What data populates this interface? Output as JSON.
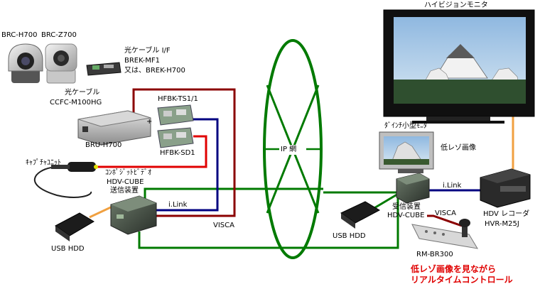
{
  "labels": {
    "monitor_title": "ハイビジョンモニタ",
    "brc_h700": "BRC-H700",
    "brc_z700": "BRC-Z700",
    "optical_if_1": "光ケーブル I/F",
    "optical_if_2": "BREK-MF1",
    "optical_if_3": "又は、BREK-H700",
    "optical_cable_1": "光ケーブル",
    "optical_cable_2": "CCFC-M100HG",
    "hfbk_ts1": "HFBK-TS1/1",
    "plus": "+",
    "bru_h700": "BRU-H700",
    "hfbk_sd1": "HFBK-SD1",
    "capture_unit": "ｷｬﾌﾟﾁｬﾕﾆｯﾄ",
    "composite_video": "ｺﾝﾎﾟｼﾞｯﾄﾋﾞﾃﾞｵ",
    "sender_1": "HDV-CUBE",
    "sender_2": "送信装置",
    "ilink_left": "i.Link",
    "visca_left": "VISCA",
    "usb_hdd_left": "USB HDD",
    "ip_network": "IP 網",
    "small_monitor": "ﾀﾞｲﾝﾁ小型ﾓﾆﾀ",
    "low_res_image": "低レゾ画像",
    "ilink_right": "i.Link",
    "receiver_1": "受信装置",
    "receiver_2": "HDV-CUBE",
    "visca_right": "VISCA",
    "usb_hdd_right": "USB HDD",
    "hdv_recorder_1": "HDV レコーダ",
    "hdv_recorder_2": "HVR-M25J",
    "rm_br300": "RM-BR300"
  },
  "caption": {
    "line1": "低レゾ画像を見ながら",
    "line2": "リアルタイムコントロール"
  },
  "colors": {
    "network_green": "#007a00",
    "visca_darkred": "#8b0000",
    "ilink_navy": "#000080",
    "composite_red": "#e00000",
    "monitor_orange": "#f0a040",
    "usb_orange": "#f0a040",
    "caption_red": "#e00000"
  }
}
